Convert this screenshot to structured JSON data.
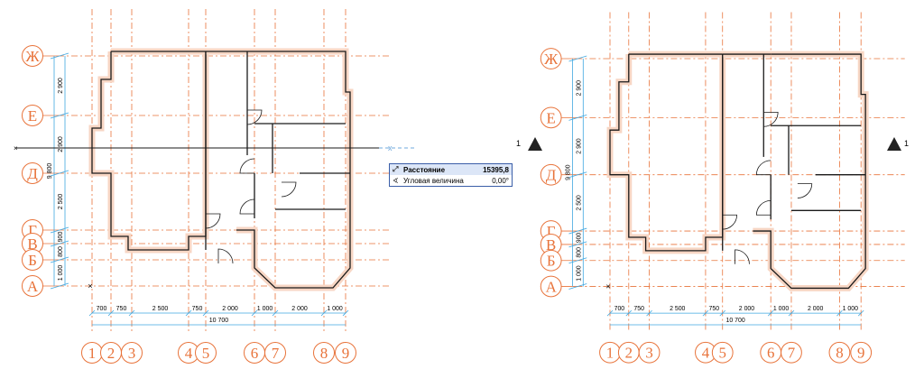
{
  "axes": {
    "letters": [
      "Ж",
      "Е",
      "Д",
      "Г",
      "В",
      "Б",
      "А"
    ],
    "numbers": [
      "1",
      "2",
      "3",
      "4",
      "5",
      "6",
      "7",
      "8",
      "9"
    ]
  },
  "dimensions": {
    "vertical": [
      "2 900",
      "2 900",
      "2 500",
      "900",
      "800",
      "1 000"
    ],
    "vertical_total": "9 800",
    "horizontal": [
      "700",
      "750",
      "2 500",
      "750",
      "2 000",
      "1 000",
      "2 000",
      "1 000"
    ],
    "horizontal_total": "10 700"
  },
  "tooltip": {
    "distance_label": "Расстояние",
    "distance_value": "15395,8",
    "angle_label": "Угловая величина",
    "angle_value": "0,00°",
    "snap_label": "x"
  },
  "section_marker": {
    "left_label": "1",
    "right_label": "1"
  },
  "colors": {
    "axis": "#e8733a",
    "dimension": "#3fa7e0",
    "wall": "#1a1a1a",
    "wall_fill": "#f7d6c4",
    "snap_line": "#6fa8dc",
    "tooltip_border": "#3a5ea8"
  }
}
